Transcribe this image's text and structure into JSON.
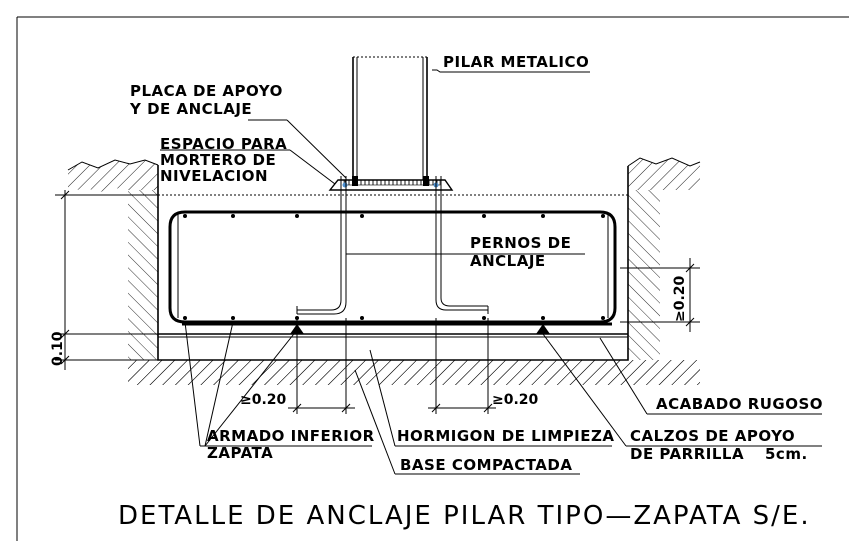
{
  "labels": {
    "pilar": "PILAR METALICO",
    "placa_line1": "PLACA DE APOYO",
    "placa_line2": "Y DE ANCLAJE",
    "espacio_line1": "ESPACIO PARA",
    "espacio_line2": "MORTERO DE",
    "espacio_line3": "NIVELACION",
    "pernos_line1": "PERNOS DE",
    "pernos_line2": "ANCLAJE",
    "dim_020_right": "≥0.20",
    "dim_010_left": "0.10",
    "dim_020_bottom_left": "≥0.20",
    "dim_020_bottom_right": "≥0.20",
    "acabado": "ACABADO RUGOSO",
    "armado_line1": "ARMADO INFERIOR",
    "armado_line2": "ZAPATA",
    "hormigon": "HORMIGON DE LIMPIEZA",
    "calzos_line1": "CALZOS DE APOYO",
    "calzos_line2": "DE PARRILLA",
    "calzos_size": "5cm.",
    "base": "BASE COMPACTADA"
  },
  "title": "DETALLE DE ANCLAJE PILAR TIPO—ZAPATA S/E."
}
